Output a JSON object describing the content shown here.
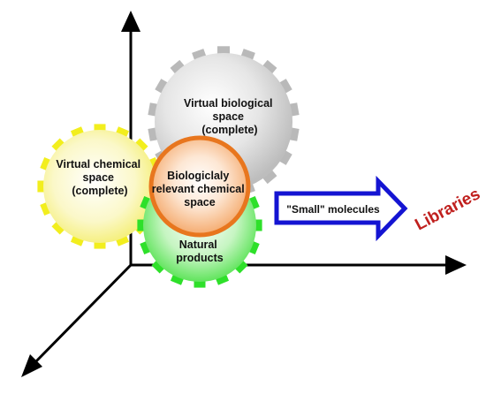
{
  "diagram": {
    "virtual_biological_space": [
      "Virtual biological",
      "space",
      "(complete)"
    ],
    "virtual_chemical_space": [
      "Virtual chemical",
      "space",
      "(complete)"
    ],
    "biologically_relevant_space": [
      "Biologiclaly",
      "relevant chemical",
      "space"
    ],
    "natural_products": [
      "Natural",
      "products"
    ],
    "small_molecules": "\"Small\" molecules",
    "libraries": "Libraries"
  },
  "colors": {
    "virtual_biological_space": "#b9b9b9",
    "virtual_chemical_space": "#f2ee1e",
    "biologically_relevant_space": "#e8761e",
    "natural_products": "#2ee02a",
    "arrow": "#1414d2",
    "libraries": "#c0201e",
    "axes": "#000000"
  }
}
